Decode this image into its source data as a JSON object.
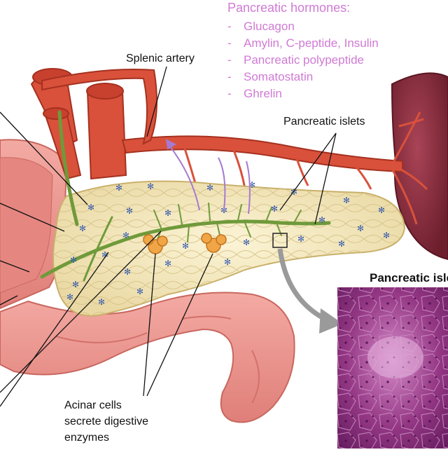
{
  "hormones": {
    "title": "Pancreatic hormones:",
    "items": [
      "Glucagon",
      "Amylin, C-peptide, Insulin",
      "Pancreatic polypeptide",
      "Somatostatin",
      "Ghrelin"
    ],
    "color": "#d07ad4"
  },
  "labels": {
    "splenic_artery": "Splenic artery",
    "pancreatic_islets": "Pancreatic islets",
    "acinar_line1": "Acinar cells",
    "acinar_line2": "secrete digestive",
    "acinar_line3": "enzymes",
    "inset_title": "Pancreatic islet"
  },
  "colors": {
    "artery": "#d9513b",
    "pancreas": "#f3e7bd",
    "duodenum": "#ee9a93",
    "spleen": "#8e2d3e",
    "duct": "#6f9a3a",
    "islet": "#3b5fb0",
    "histology": "#8e2f7e"
  }
}
